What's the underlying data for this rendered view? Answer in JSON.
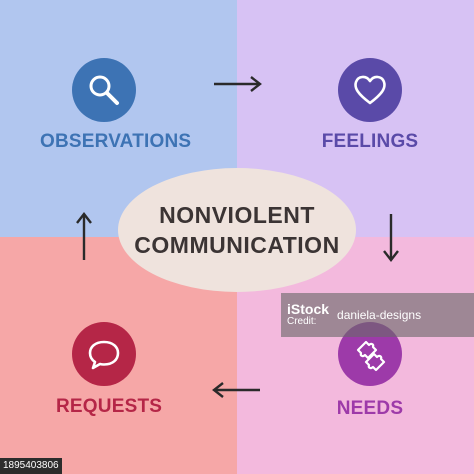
{
  "colors": {
    "quad_top_left": "#b1c6ef",
    "quad_top_right": "#d7c2f4",
    "quad_bottom_left": "#f6a7a7",
    "quad_bottom_right": "#f3b9dd",
    "observations": "#3d73b4",
    "feelings": "#5a4aa8",
    "requests": "#b52647",
    "needs": "#9d3aa9",
    "center_oval": "#efe3dd",
    "arrow": "#2a2a2a"
  },
  "center": {
    "line1": "NONVIOLENT",
    "line2": "COMMUNICATION"
  },
  "nodes": {
    "observations": {
      "label": "OBSERVATIONS",
      "icon": "magnifier-icon"
    },
    "feelings": {
      "label": "FEELINGS",
      "icon": "heart-icon"
    },
    "needs": {
      "label": "NEEDS",
      "icon": "puzzle-icon"
    },
    "requests": {
      "label": "REQUESTS",
      "icon": "speech-bubble-icon"
    }
  },
  "edges": [
    {
      "from": "observations",
      "to": "feelings"
    },
    {
      "from": "feelings",
      "to": "needs"
    },
    {
      "from": "needs",
      "to": "requests"
    },
    {
      "from": "requests",
      "to": "observations"
    }
  ],
  "watermark": {
    "logo_top": "iStock",
    "logo_bottom": "Credit:",
    "credit": "daniela-designs"
  },
  "image_id": "1895403806"
}
